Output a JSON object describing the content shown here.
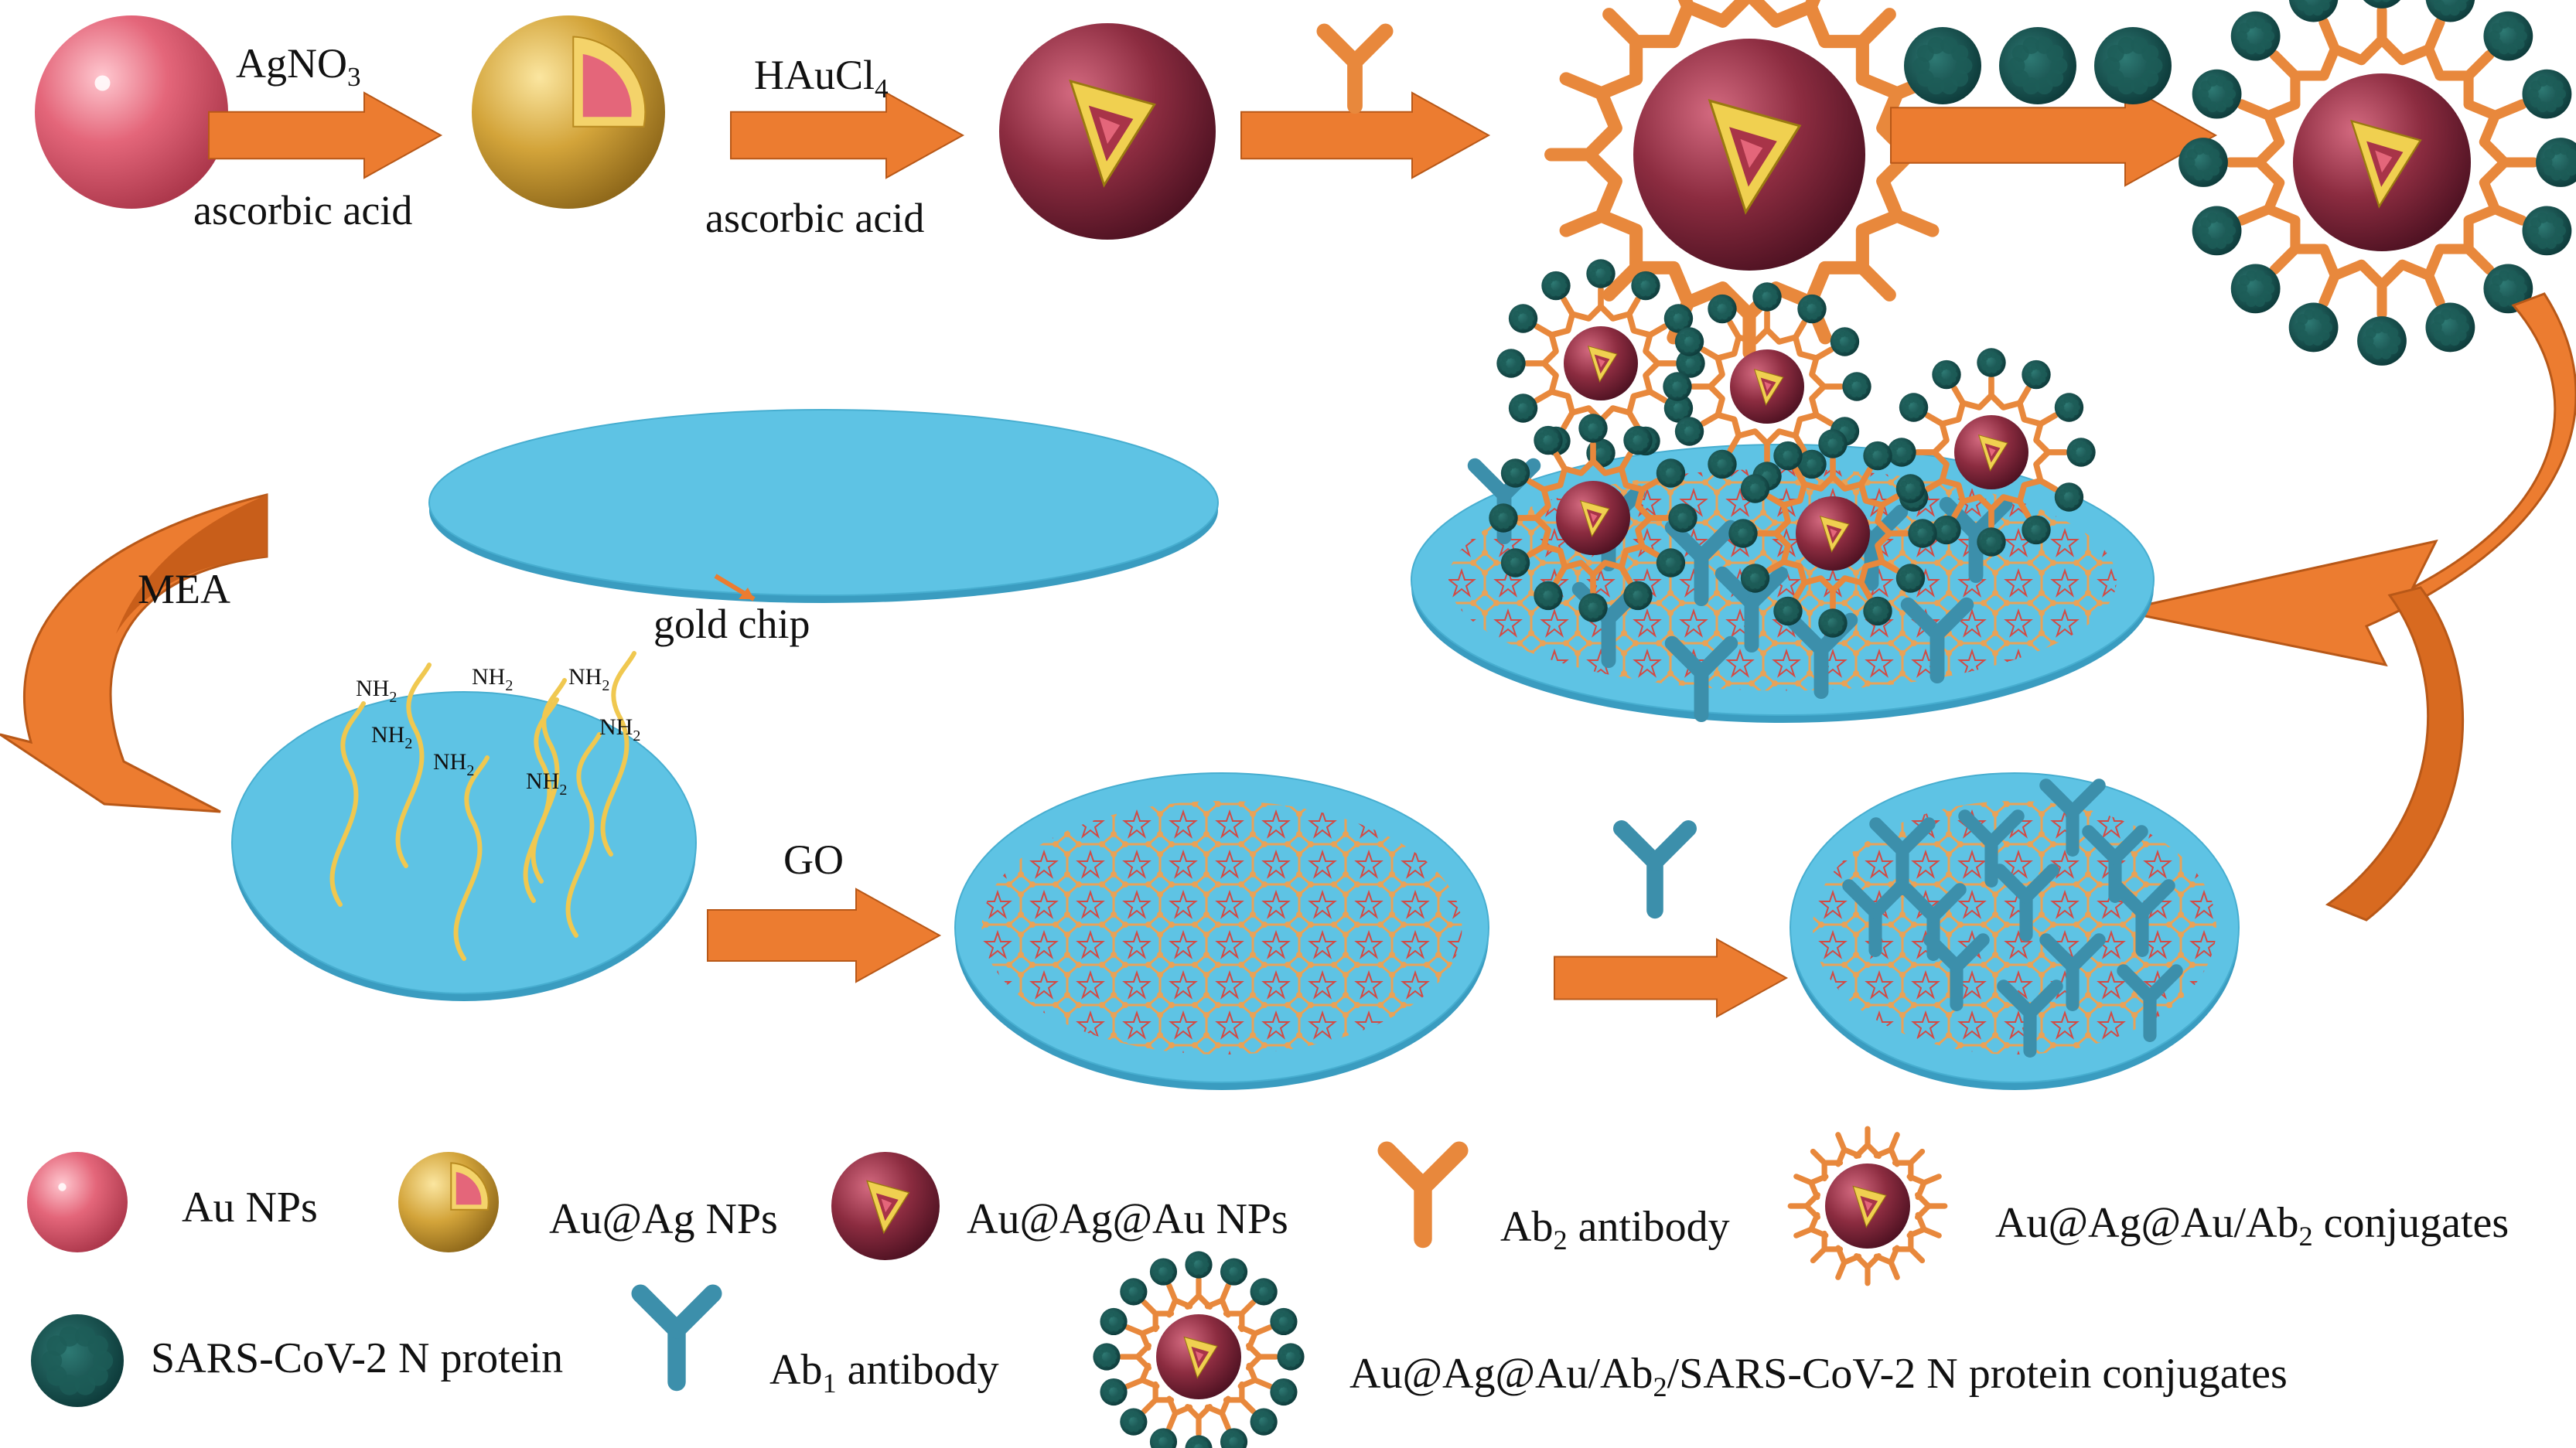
{
  "colors": {
    "au_core": "#e4667a",
    "silver_shell": "#d3a43a",
    "au_shell": "#8c2c40",
    "arrow": "#ec7c30",
    "ab2": "#e8883c",
    "ab1": "#3c8fab",
    "protein": "#0f4b4b",
    "chip": "#5ec3e4",
    "graphene": "#f0a050",
    "graphene_star": "#d8443c",
    "thiol": "#f0c850"
  },
  "steps": {
    "agno3": "AgNO",
    "agno3_sub": "3",
    "ascorbic_1": "ascorbic acid",
    "haucl": "HAuCl",
    "haucl_sub": "4",
    "ascorbic_2": "ascorbic acid",
    "mea": "MEA",
    "gold_chip": "gold chip",
    "go": "GO"
  },
  "amine": {
    "nh": "NH",
    "sub": "2"
  },
  "legend": {
    "au_nps": "Au NPs",
    "au_ag_nps": "Au@Ag NPs",
    "au_ag_au_nps": "Au@Ag@Au NPs",
    "ab2_pre": "Ab",
    "ab2_sub": "2",
    "ab2_post": " antibody",
    "conj_pre": "Au@Ag@Au/Ab",
    "conj_sub": "2",
    "conj_post": " conjugates",
    "protein": "SARS-CoV-2 N protein",
    "ab1_pre": "Ab",
    "ab1_sub": "1",
    "ab1_post": " antibody",
    "full_pre": "Au@Ag@Au/Ab",
    "full_sub": "2",
    "full_post": "/SARS-CoV-2 N protein conjugates"
  }
}
